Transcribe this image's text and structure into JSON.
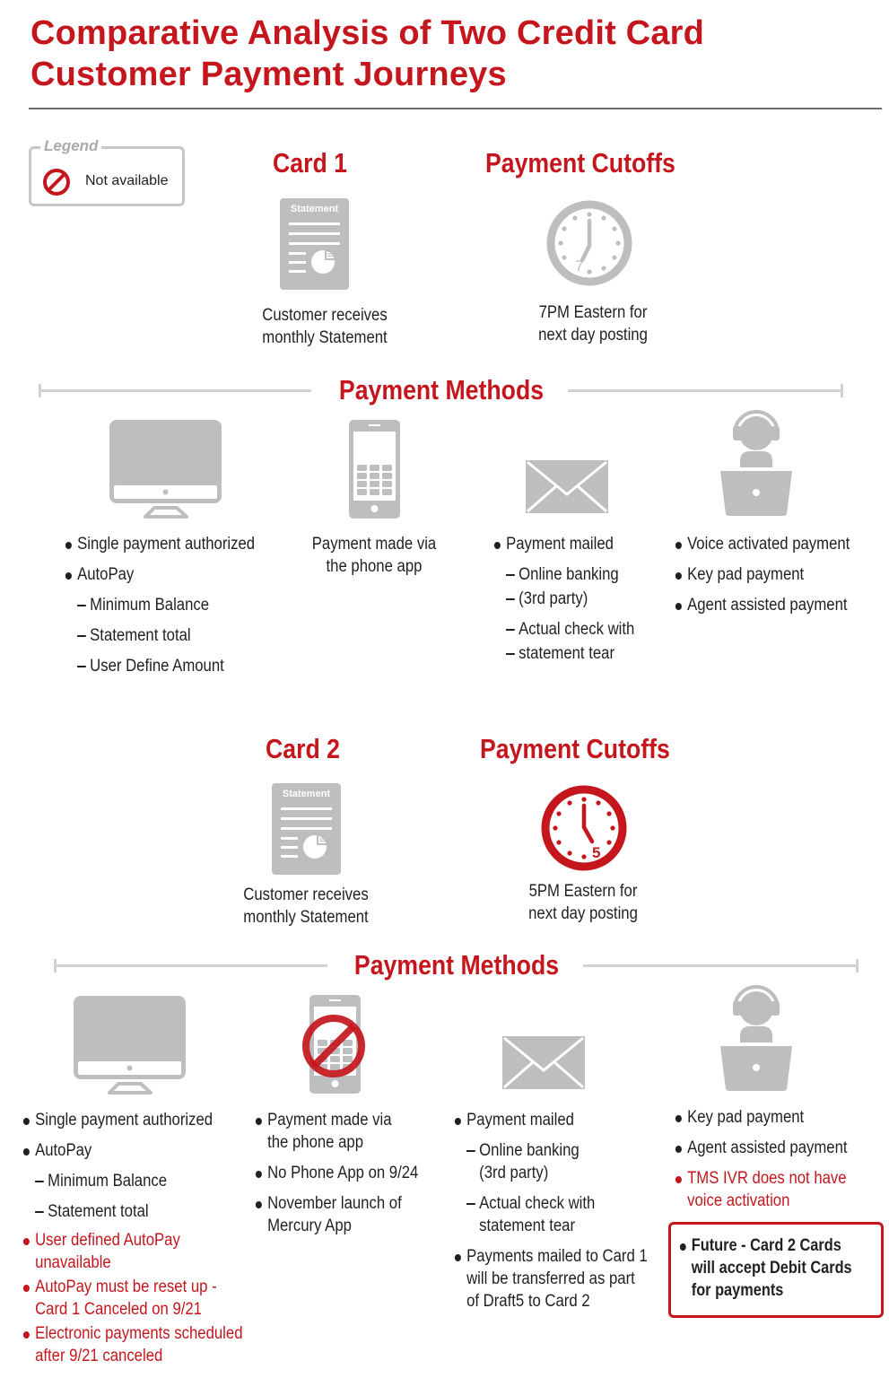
{
  "title": {
    "line1": "Comparative Analysis of Two Credit Card",
    "line2": "Customer Payment Journeys"
  },
  "legend": {
    "title": "Legend",
    "icon": "prohibited-icon",
    "label": "Not available"
  },
  "colors": {
    "accent_red": "#c4161c",
    "icon_gray": "#bcbec0",
    "rule_gray": "#d1d2d4",
    "text": "#231f20"
  },
  "card1": {
    "heading": "Card 1",
    "statement_icon_label": "Statement",
    "statement_caption": [
      "Customer receives",
      "monthly Statement"
    ],
    "cutoff_heading": "Payment Cutoffs",
    "clock_number": "7",
    "cutoff_caption": [
      "7PM Eastern for",
      "next day posting"
    ],
    "methods_heading": "Payment Methods",
    "methods": {
      "online": {
        "icon": "desktop-monitor-icon",
        "items": [
          {
            "text": "Single payment authorized",
            "level": 1
          },
          {
            "text": "AutoPay",
            "level": 1
          },
          {
            "text": "Minimum Balance",
            "level": 2
          },
          {
            "text": "Statement total",
            "level": 2
          },
          {
            "text": "User Define Amount",
            "level": 2
          }
        ]
      },
      "mobile": {
        "icon": "smartphone-icon",
        "caption": [
          "Payment made via",
          "the phone app"
        ]
      },
      "mail": {
        "icon": "envelope-icon",
        "items": [
          {
            "text": "Payment mailed",
            "level": 1
          },
          {
            "text": "Online banking",
            "level": 2
          },
          {
            "text": "(3rd party)",
            "level": 2,
            "continuation": true
          },
          {
            "text": "Actual check with",
            "level": 2
          },
          {
            "text": "statement tear",
            "level": 2,
            "continuation": true
          }
        ]
      },
      "phone": {
        "icon": "call-center-agent-icon",
        "items": [
          {
            "text": "Voice activated payment",
            "level": 1
          },
          {
            "text": "Key pad payment",
            "level": 1
          },
          {
            "text": "Agent assisted payment",
            "level": 1
          }
        ]
      }
    }
  },
  "card2": {
    "heading": "Card 2",
    "statement_icon_label": "Statement",
    "statement_caption": [
      "Customer receives",
      "monthly Statement"
    ],
    "cutoff_heading": "Payment Cutoffs",
    "clock_number": "5",
    "cutoff_caption": [
      "5PM Eastern for",
      "next day posting"
    ],
    "methods_heading": "Payment Methods",
    "methods": {
      "online": {
        "icon": "desktop-monitor-icon",
        "items": [
          {
            "text": "Single payment authorized",
            "level": 1
          },
          {
            "text": "AutoPay",
            "level": 1
          },
          {
            "text": "Minimum Balance",
            "level": 2
          },
          {
            "text": "Statement total",
            "level": 2
          },
          {
            "text": "User defined AutoPay unavailable",
            "level": 1,
            "highlight": "red"
          },
          {
            "text": "AutoPay must be reset up - Card 1 Canceled on 9/21",
            "level": 1,
            "highlight": "red"
          },
          {
            "text": "Electronic payments scheduled after 9/21 canceled",
            "level": 1,
            "highlight": "red"
          }
        ],
        "lines": {
          "red1a": "User defined AutoPay",
          "red1b": "unavailable",
          "red2a": "AutoPay must be reset up -",
          "red2b": "Card 1 Canceled on 9/21",
          "red3a": "Electronic payments scheduled",
          "red3b": "after 9/21 canceled"
        }
      },
      "mobile": {
        "icon": "smartphone-icon",
        "overlay_icon": "prohibited-icon",
        "items": [
          {
            "text": "Payment made via the phone app",
            "level": 1
          },
          {
            "text": "No Phone App on 9/24",
            "level": 1
          },
          {
            "text": "November launch of Mercury App",
            "level": 1
          }
        ],
        "lines": {
          "a1": "Payment made via",
          "a2": "the phone app",
          "b1": "No Phone App on 9/24",
          "c1": "November launch of",
          "c2": "Mercury App"
        }
      },
      "mail": {
        "icon": "envelope-icon",
        "lines": {
          "a1": "Payment mailed",
          "b1": "Online banking",
          "b2": "(3rd party)",
          "c1": "Actual check with",
          "c2": "statement tear",
          "d1": "Payments mailed to Card 1",
          "d2": "will be transferred as part",
          "d3": "of Draft5 to Card 2"
        }
      },
      "phone": {
        "icon": "call-center-agent-icon",
        "lines": {
          "a1": "Key pad payment",
          "b1": "Agent assisted payment",
          "c1": "TMS IVR does not have",
          "c2": "voice activation"
        },
        "future_note": {
          "line1": "Future - Card 2 Cards",
          "line2": "will accept Debit Cards",
          "line3": "for payments"
        }
      }
    }
  }
}
